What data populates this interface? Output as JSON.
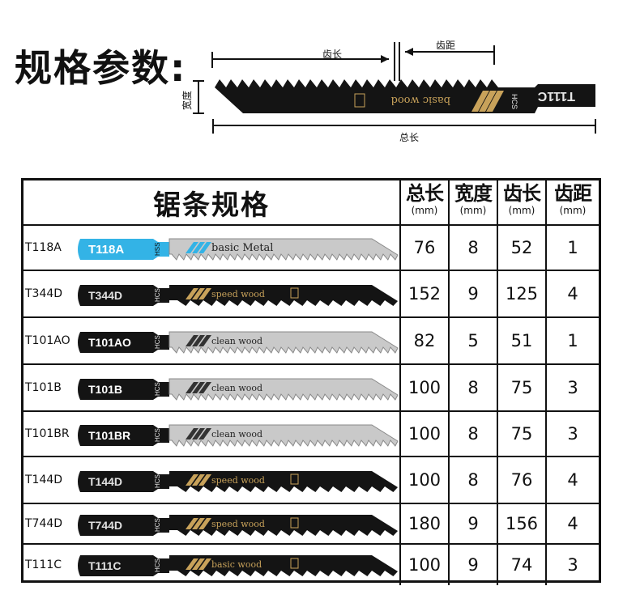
{
  "spec_title": "规格参数:",
  "diagram": {
    "tooth_length_label": "齿长",
    "tooth_pitch_label": "齿距",
    "width_label": "宽度",
    "total_length_label": "总长",
    "blade_model": "T111C",
    "blade_material": "HCS",
    "blade_text": "basic wood"
  },
  "table": {
    "title": "锯条规格",
    "columns": [
      {
        "label": "总长",
        "unit": "(mm)"
      },
      {
        "label": "宽度",
        "unit": "(mm)"
      },
      {
        "label": "齿长",
        "unit": "(mm)"
      },
      {
        "label": "齿距",
        "unit": "(mm)"
      }
    ],
    "rows": [
      {
        "model": "T118A",
        "blade_label": "T118A",
        "material": "HSS",
        "print": "basic Metal",
        "total_length": "76",
        "width": "8",
        "tooth_length": "52",
        "tooth_pitch": "1",
        "style": "metal"
      },
      {
        "model": "T344D",
        "blade_label": "T344D",
        "material": "HCS",
        "print": "speed wood",
        "total_length": "152",
        "width": "9",
        "tooth_length": "125",
        "tooth_pitch": "4",
        "style": "black"
      },
      {
        "model": "T101AO",
        "blade_label": "T101AO",
        "material": "HCS",
        "print": "clean wood",
        "total_length": "82",
        "width": "5",
        "tooth_length": "51",
        "tooth_pitch": "1",
        "style": "silver"
      },
      {
        "model": "T101B",
        "blade_label": "T101B",
        "material": "HCS",
        "print": "clean wood",
        "total_length": "100",
        "width": "8",
        "tooth_length": "75",
        "tooth_pitch": "3",
        "style": "silver"
      },
      {
        "model": "T101BR",
        "blade_label": "T101BR",
        "material": "HCS",
        "print": "clean wood",
        "total_length": "100",
        "width": "8",
        "tooth_length": "75",
        "tooth_pitch": "3",
        "style": "silver"
      },
      {
        "model": "T144D",
        "blade_label": "T144D",
        "material": "HCS",
        "print": "speed wood",
        "total_length": "100",
        "width": "8",
        "tooth_length": "76",
        "tooth_pitch": "4",
        "style": "black"
      },
      {
        "model": "T744D",
        "blade_label": "T744D",
        "material": "HCS",
        "print": "speed wood",
        "total_length": "180",
        "width": "9",
        "tooth_length": "156",
        "tooth_pitch": "4",
        "style": "black"
      },
      {
        "model": "T111C",
        "blade_label": "T111C",
        "material": "HCS",
        "print": "basic wood",
        "total_length": "100",
        "width": "9",
        "tooth_length": "74",
        "tooth_pitch": "3",
        "style": "black"
      }
    ]
  },
  "colors": {
    "ink": "#111111",
    "blade_black": "#141414",
    "blade_silver": "#c9c9c9",
    "metal_blue": "#33b3e6",
    "gold_print": "#c8a25a"
  }
}
